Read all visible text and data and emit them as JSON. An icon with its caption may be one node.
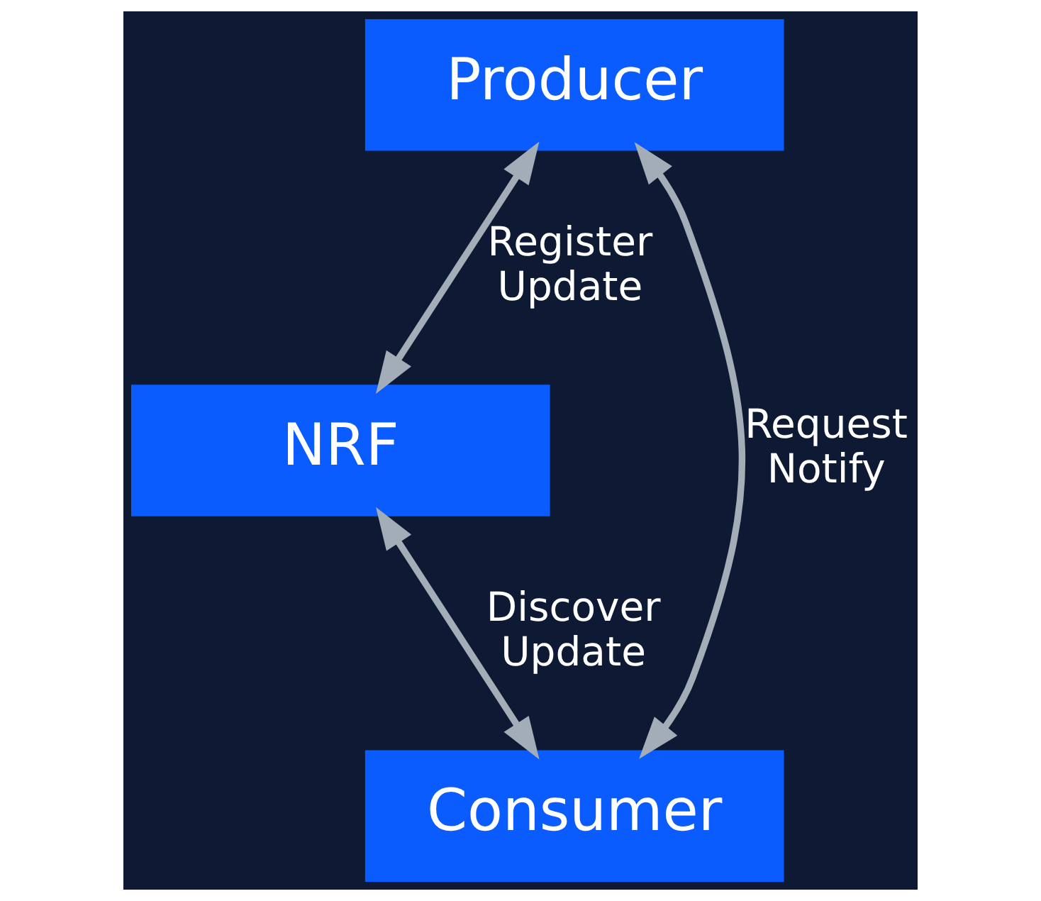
{
  "diagram": {
    "nodes": [
      {
        "text": [
          "Producer"
        ]
      },
      {
        "text": [
          "NRF"
        ]
      },
      {
        "text": [
          "Consumer"
        ]
      }
    ],
    "edges": [
      {
        "from": 0,
        "to": 1,
        "arrow": "both",
        "label": "Register Update"
      },
      {
        "from": 1,
        "to": 2,
        "arrow": "both",
        "label": "Discover Update"
      },
      {
        "from": 0,
        "to": 2,
        "arrow": "both",
        "label": "Request Notify"
      }
    ]
  }
}
